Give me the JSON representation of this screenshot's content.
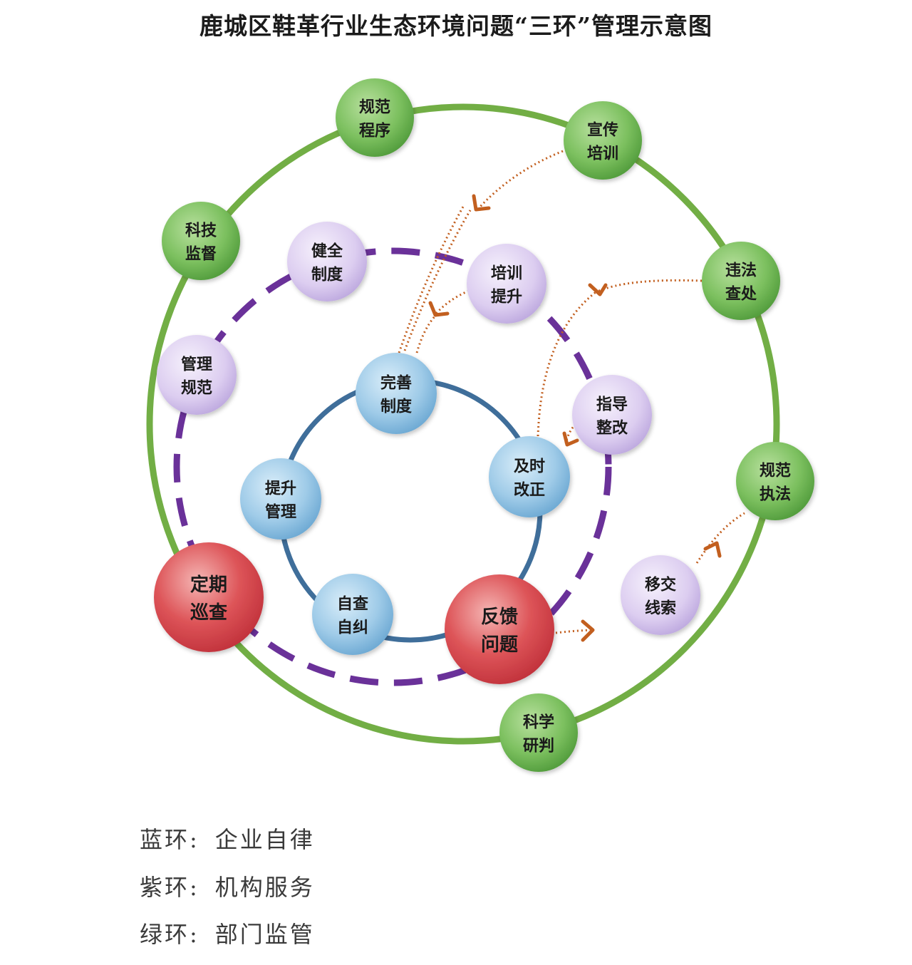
{
  "title": "鹿城区鞋革行业生态环境问题“三环”管理示意图",
  "colors": {
    "green_ring": "#72ae45",
    "purple_ring": "#6a3199",
    "blue_ring": "#3f6e9a",
    "arrow": "#c25f1f",
    "green_node": "#7cc05f",
    "purple_node": "#dccdf0",
    "blue_node": "#9fcbe8",
    "red_node": "#dd5458"
  },
  "green_nodes": [
    {
      "id": "g1",
      "lines": [
        "规范",
        "程序"
      ]
    },
    {
      "id": "g2",
      "lines": [
        "宣传",
        "培训"
      ]
    },
    {
      "id": "g3",
      "lines": [
        "违法",
        "查处"
      ]
    },
    {
      "id": "g4",
      "lines": [
        "规范",
        "执法"
      ]
    },
    {
      "id": "g5",
      "lines": [
        "科学",
        "研判"
      ]
    },
    {
      "id": "g6",
      "lines": [
        "科技",
        "监督"
      ]
    }
  ],
  "purple_nodes": [
    {
      "id": "p1",
      "lines": [
        "健全",
        "制度"
      ]
    },
    {
      "id": "p2",
      "lines": [
        "培训",
        "提升"
      ]
    },
    {
      "id": "p3",
      "lines": [
        "指导",
        "整改"
      ]
    },
    {
      "id": "p4",
      "lines": [
        "管理",
        "规范"
      ]
    },
    {
      "id": "p5",
      "lines": [
        "移交",
        "线索"
      ]
    }
  ],
  "blue_nodes": [
    {
      "id": "b1",
      "lines": [
        "完善",
        "制度"
      ]
    },
    {
      "id": "b2",
      "lines": [
        "及时",
        "改正"
      ]
    },
    {
      "id": "b3",
      "lines": [
        "提升",
        "管理"
      ]
    },
    {
      "id": "b4",
      "lines": [
        "自查",
        "自纠"
      ]
    }
  ],
  "red_nodes": [
    {
      "id": "r1",
      "lines": [
        "定期",
        "巡查"
      ]
    },
    {
      "id": "r2",
      "lines": [
        "反馈",
        "问题"
      ]
    }
  ],
  "legend": [
    {
      "label": "蓝环:",
      "text": "企业自律"
    },
    {
      "label": "紫环:",
      "text": "机构服务"
    },
    {
      "label": "绿环:",
      "text": "部门监管"
    }
  ]
}
